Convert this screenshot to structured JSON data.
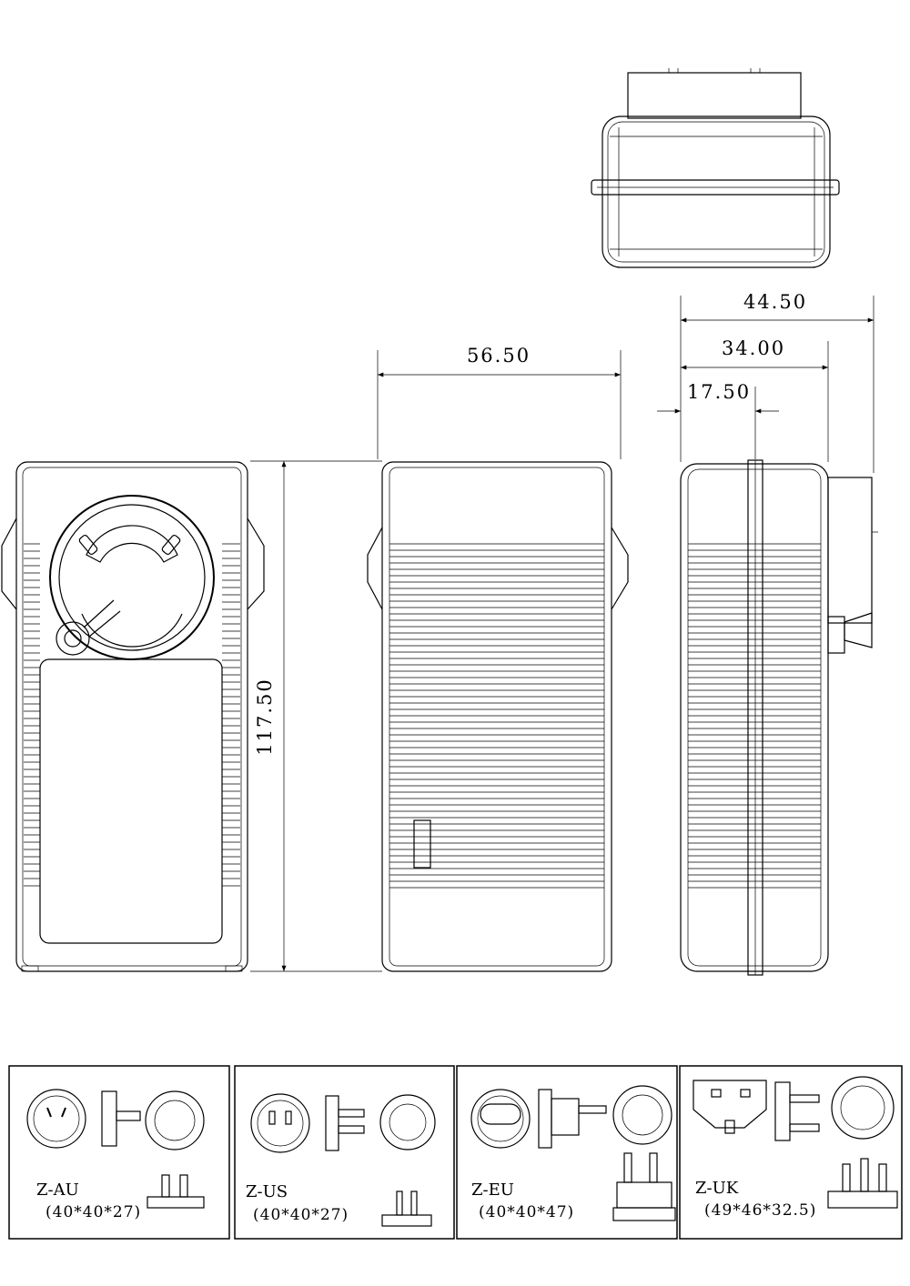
{
  "dimensions": {
    "width_front": "56.50",
    "height": "117.50",
    "depth_total": "44.50",
    "depth_body": "34.00",
    "depth_front": "17.50"
  },
  "plugs": [
    {
      "name": "Z-AU",
      "size": "(40*40*27)"
    },
    {
      "name": "Z-US",
      "size": "(40*40*27)"
    },
    {
      "name": "Z-EU",
      "size": "(40*40*47)"
    },
    {
      "name": "Z-UK",
      "size": "(49*46*32.5)"
    }
  ]
}
